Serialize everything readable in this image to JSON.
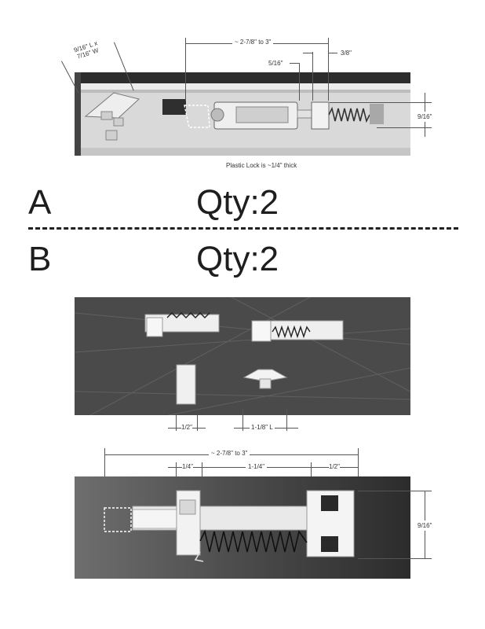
{
  "top_figure": {
    "dim_length": "~ 2-7/8\" to 3\"",
    "dim_5_16": "5/16\"",
    "dim_3_8": "3/8\"",
    "dim_tab": "9/16\" L x\n7/16\" W",
    "dim_height": "9/16\"",
    "caption": "Plastic Lock is ~1/4\" thick"
  },
  "section_a": {
    "letter": "A",
    "qty": "Qty:2"
  },
  "section_b": {
    "letter": "B",
    "qty": "Qty:2"
  },
  "parts_figure": {
    "dim_small": "1/2\"",
    "dim_tab": "1-1/8\" L"
  },
  "bottom_figure": {
    "dim_length": "~ 2-7/8\" to 3\"",
    "dim_left": "1/4\"",
    "dim_middle": "1-1/4\"",
    "dim_right": "1/2\"",
    "dim_height": "9/16\""
  }
}
